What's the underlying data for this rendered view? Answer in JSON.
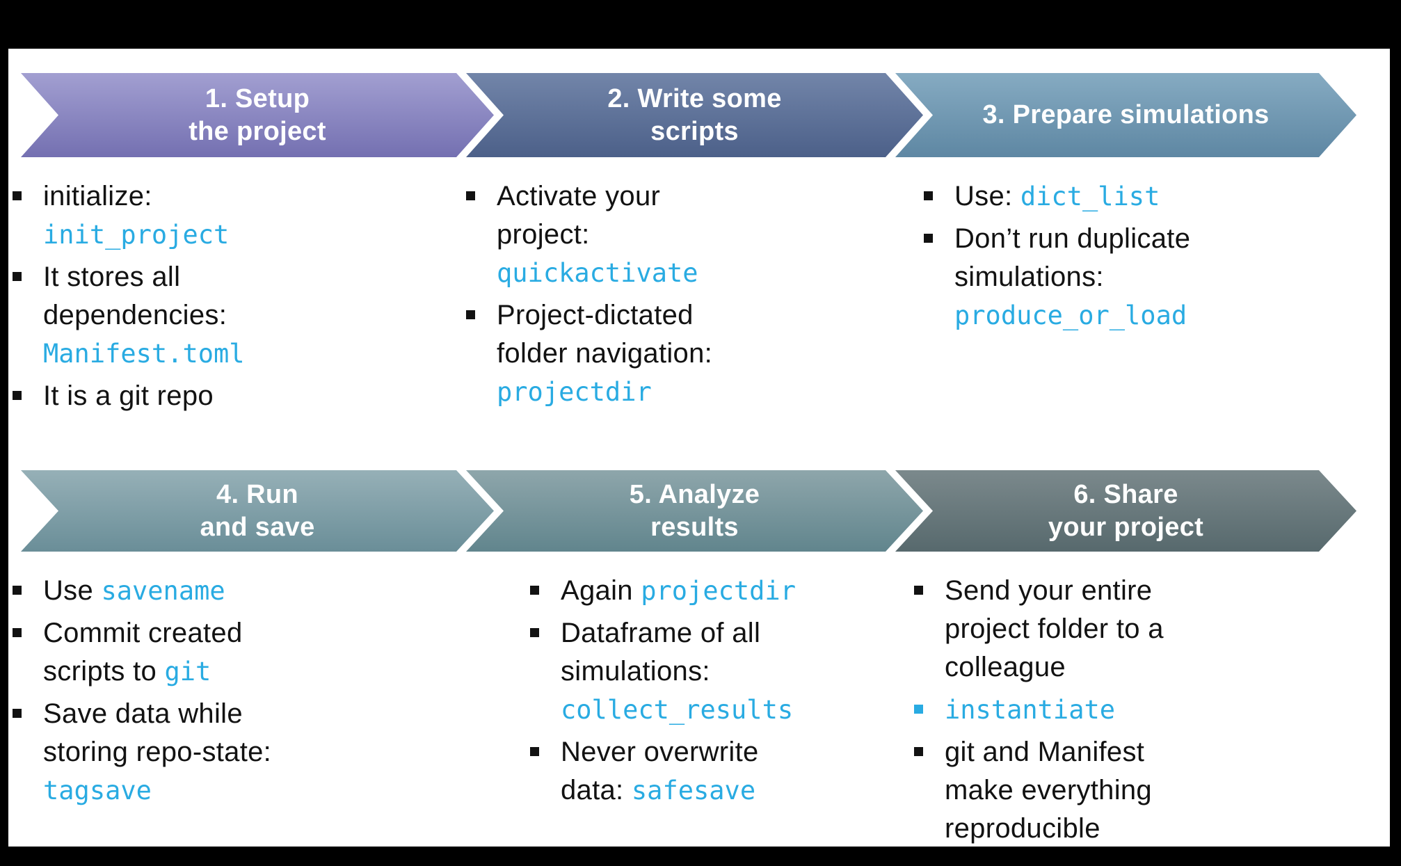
{
  "slide": {
    "background_color": "#000000",
    "panel_color": "#ffffff",
    "text_color": "#121212",
    "code_color": "#29abe2"
  },
  "steps": [
    {
      "title_lines": [
        "1. Setup",
        "the project"
      ],
      "gradient": [
        "#a29fd1",
        "#7470b1"
      ],
      "bullets": [
        {
          "marker": "default",
          "lines": [
            [
              {
                "code": false,
                "text": "initialize:"
              }
            ],
            [
              {
                "code": true,
                "text": "init_project"
              }
            ]
          ]
        },
        {
          "marker": "default",
          "lines": [
            [
              {
                "code": false,
                "text": "It stores all"
              }
            ],
            [
              {
                "code": false,
                "text": "dependencies:"
              }
            ],
            [
              {
                "code": true,
                "text": "Manifest.toml"
              }
            ]
          ]
        },
        {
          "marker": "default",
          "lines": [
            [
              {
                "code": false,
                "text": "It is a git repo"
              }
            ]
          ]
        }
      ]
    },
    {
      "title_lines": [
        "2. Write some",
        "scripts"
      ],
      "gradient": [
        "#7285a9",
        "#4c6089"
      ],
      "bullets": [
        {
          "marker": "default",
          "lines": [
            [
              {
                "code": false,
                "text": "Activate your"
              }
            ],
            [
              {
                "code": false,
                "text": "project:"
              }
            ],
            [
              {
                "code": true,
                "text": "quickactivate"
              }
            ]
          ]
        },
        {
          "marker": "default",
          "lines": [
            [
              {
                "code": false,
                "text": "Project-dictated"
              }
            ],
            [
              {
                "code": false,
                "text": "folder navigation:"
              }
            ],
            [
              {
                "code": true,
                "text": "projectdir"
              }
            ]
          ]
        }
      ]
    },
    {
      "title_lines": [
        "3. Prepare simulations"
      ],
      "gradient": [
        "#86abc2",
        "#5e87a3"
      ],
      "bullets": [
        {
          "marker": "default",
          "lines": [
            [
              {
                "code": false,
                "text": "Use: "
              },
              {
                "code": true,
                "text": "dict_list"
              }
            ]
          ]
        },
        {
          "marker": "default",
          "lines": [
            [
              {
                "code": false,
                "text": "Don’t run duplicate"
              }
            ],
            [
              {
                "code": false,
                "text": "simulations:"
              }
            ],
            [
              {
                "code": true,
                "text": "produce_or_load"
              }
            ]
          ]
        }
      ]
    },
    {
      "title_lines": [
        "4. Run",
        "and save"
      ],
      "gradient": [
        "#96b0b7",
        "#6a8e98"
      ],
      "bullets": [
        {
          "marker": "default",
          "lines": [
            [
              {
                "code": false,
                "text": "Use "
              },
              {
                "code": true,
                "text": "savename"
              }
            ]
          ]
        },
        {
          "marker": "default",
          "lines": [
            [
              {
                "code": false,
                "text": "Commit created"
              }
            ],
            [
              {
                "code": false,
                "text": "scripts to "
              },
              {
                "code": true,
                "text": "git"
              }
            ]
          ]
        },
        {
          "marker": "default",
          "lines": [
            [
              {
                "code": false,
                "text": "Save data while"
              }
            ],
            [
              {
                "code": false,
                "text": "storing repo-state:"
              }
            ],
            [
              {
                "code": true,
                "text": "tagsave"
              }
            ]
          ]
        }
      ]
    },
    {
      "title_lines": [
        "5. Analyze",
        "results"
      ],
      "gradient": [
        "#8ea6ab",
        "#61858d"
      ],
      "bullets": [
        {
          "marker": "default",
          "lines": [
            [
              {
                "code": false,
                "text": "Again "
              },
              {
                "code": true,
                "text": "projectdir"
              }
            ]
          ]
        },
        {
          "marker": "default",
          "lines": [
            [
              {
                "code": false,
                "text": "Dataframe of all"
              }
            ],
            [
              {
                "code": false,
                "text": "simulations:"
              }
            ],
            [
              {
                "code": true,
                "text": "collect_results"
              }
            ]
          ]
        },
        {
          "marker": "default",
          "lines": [
            [
              {
                "code": false,
                "text": "Never overwrite"
              }
            ],
            [
              {
                "code": false,
                "text": "data: "
              },
              {
                "code": true,
                "text": "safesave"
              }
            ]
          ]
        }
      ]
    },
    {
      "title_lines": [
        "6. Share",
        "your project"
      ],
      "gradient": [
        "#7b898c",
        "#57696d"
      ],
      "bullets": [
        {
          "marker": "default",
          "lines": [
            [
              {
                "code": false,
                "text": "Send your entire"
              }
            ],
            [
              {
                "code": false,
                "text": "project folder to a"
              }
            ],
            [
              {
                "code": false,
                "text": "colleague"
              }
            ]
          ]
        },
        {
          "marker": "accent",
          "lines": [
            [
              {
                "code": true,
                "text": "instantiate"
              }
            ]
          ]
        },
        {
          "marker": "default",
          "lines": [
            [
              {
                "code": false,
                "text": "git and Manifest"
              }
            ],
            [
              {
                "code": false,
                "text": "make everything"
              }
            ],
            [
              {
                "code": false,
                "text": "reproducible"
              }
            ]
          ]
        }
      ]
    }
  ]
}
